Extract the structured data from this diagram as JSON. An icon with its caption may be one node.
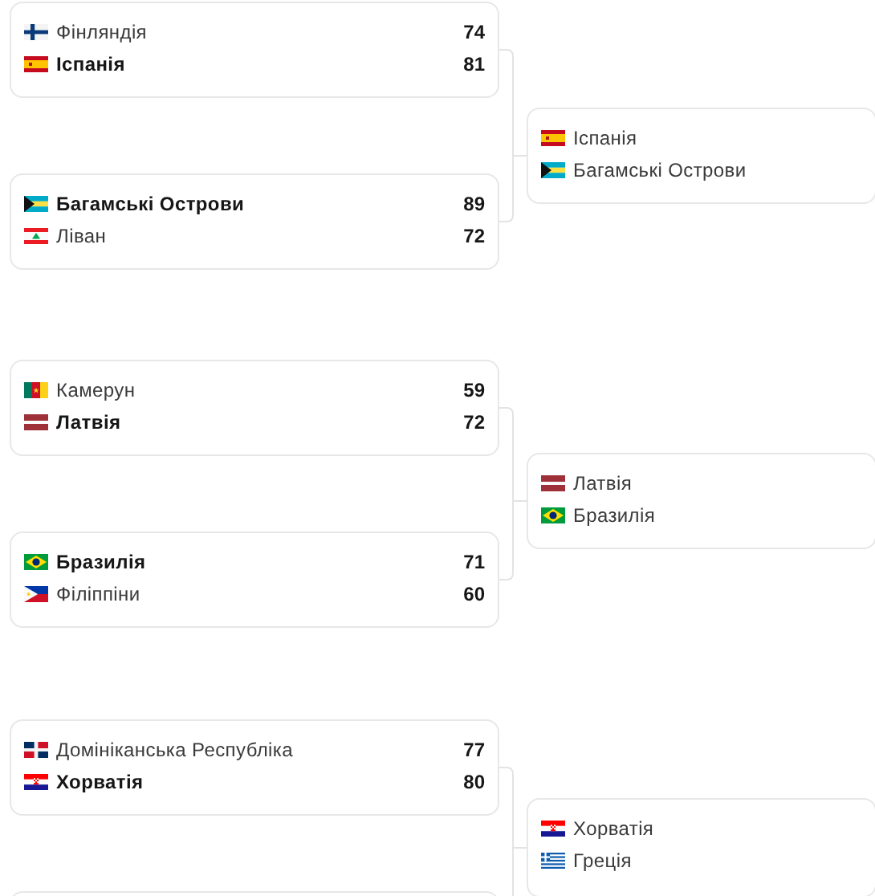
{
  "diagram": {
    "nodes": [
      {
        "text": [
          "Фінляндія",
          "74",
          "Іспанія",
          "81"
        ]
      },
      {
        "text": [
          "Багамські Острови",
          "89",
          "Ліван",
          "72"
        ]
      },
      {
        "text": [
          "Іспанія",
          "Багамські Острови"
        ]
      },
      {
        "text": [
          "Камерун",
          "59",
          "Латвія",
          "72"
        ]
      },
      {
        "text": [
          "Бразилія",
          "71",
          "Філіппіни",
          "60"
        ]
      },
      {
        "text": [
          "Латвія",
          "Бразилія"
        ]
      },
      {
        "text": [
          "Домініканська Республіка",
          "77",
          "Хорватія",
          "80"
        ]
      },
      {
        "text": [
          "Хорватія",
          "Греція"
        ]
      },
      {
        "text": [],
        "shape": "box"
      }
    ],
    "edges": [
      {
        "from": 0,
        "to": 2,
        "arrow": "none"
      },
      {
        "from": 1,
        "to": 2,
        "arrow": "none"
      },
      {
        "from": 3,
        "to": 5,
        "arrow": "none"
      },
      {
        "from": 4,
        "to": 5,
        "arrow": "none"
      },
      {
        "from": 6,
        "to": 7,
        "arrow": "none"
      },
      {
        "from": 8,
        "to": 7,
        "arrow": "none"
      }
    ]
  }
}
